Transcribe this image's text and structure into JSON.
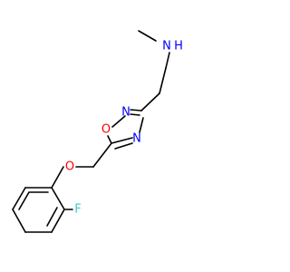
{
  "molecule": {
    "atoms": {
      "amine_n": {
        "symbol": "N",
        "color": "#0000ff"
      },
      "amine_h": {
        "symbol": "H",
        "color": "#0000ff"
      },
      "ring_o": {
        "symbol": "O",
        "color": "#ff0000"
      },
      "ring_n2": {
        "symbol": "N",
        "color": "#0000ff"
      },
      "ring_n4": {
        "symbol": "N",
        "color": "#0000ff"
      },
      "ether_o": {
        "symbol": "O",
        "color": "#ff0000"
      },
      "fluorine": {
        "symbol": "F",
        "color": "#33cccc"
      }
    }
  }
}
